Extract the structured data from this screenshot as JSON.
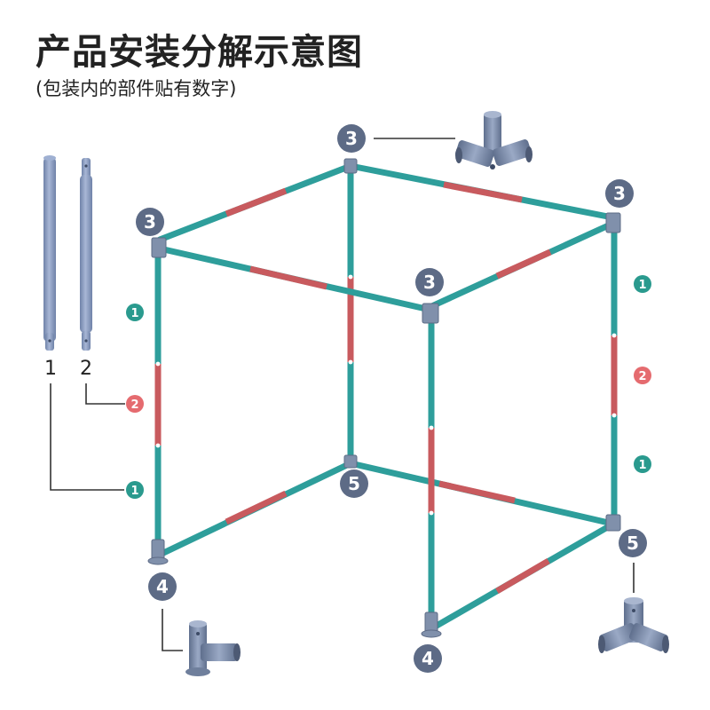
{
  "title": "产品安装分解示意图",
  "subtitle": "(包装内的部件贴有数字)",
  "parts": {
    "pole_1_label": "1",
    "pole_2_label": "2"
  },
  "badges": {
    "connector_3": "3",
    "connector_4": "4",
    "connector_5": "5",
    "pole_1": "1",
    "pole_2": "2"
  },
  "colors": {
    "teal": "#2e9e9b",
    "red": "#c85a5e",
    "connector": "#7f8ea6",
    "badge_dark": "#5d6b86",
    "badge_teal": "#2a9a8e",
    "badge_red": "#e56b6f",
    "text": "#222222"
  }
}
